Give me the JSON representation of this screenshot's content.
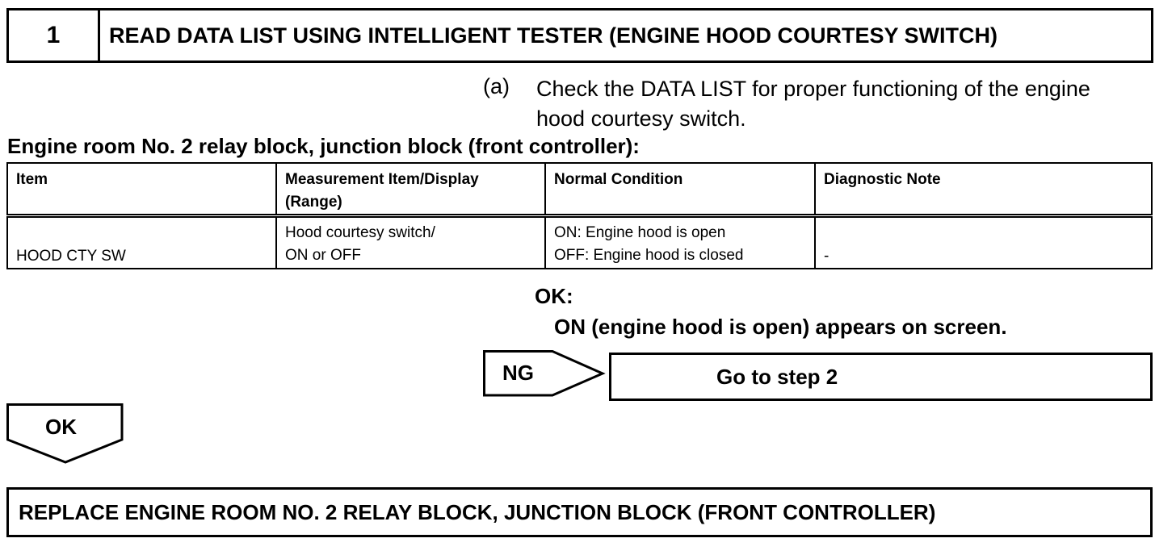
{
  "step": {
    "number": "1",
    "title": "READ DATA LIST USING INTELLIGENT TESTER (ENGINE HOOD COURTESY SWITCH)"
  },
  "instruction": {
    "label": "(a)",
    "text": "Check the DATA LIST for proper functioning of the engine hood courtesy switch."
  },
  "table": {
    "caption": "Engine room No. 2 relay block, junction block (front controller):",
    "headers": [
      "Item",
      "Measurement Item/Display (Range)",
      "Normal Condition",
      "Diagnostic Note"
    ],
    "rows": [
      {
        "item": "HOOD CTY SW",
        "measurement_line1": "Hood courtesy switch/",
        "measurement_line2": "ON or OFF",
        "normal_line1": "ON: Engine hood is open",
        "normal_line2": "OFF: Engine hood is closed",
        "note": "-"
      }
    ]
  },
  "result": {
    "ok_label": "OK:",
    "ok_text": "ON (engine hood is open) appears on screen."
  },
  "flow": {
    "ng_label": "NG",
    "ng_action": "Go to step 2",
    "ok_label": "OK",
    "final_action": "REPLACE ENGINE ROOM NO. 2 RELAY BLOCK, JUNCTION BLOCK (FRONT CONTROLLER)"
  }
}
